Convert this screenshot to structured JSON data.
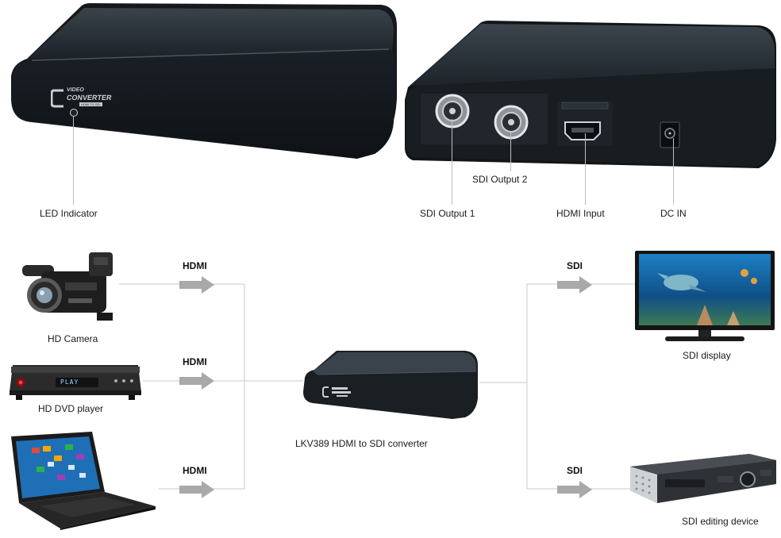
{
  "device_front": {
    "brand_line1": "VIDEO",
    "brand_line2": "CONVERTER",
    "brand_line3": "HDMI TO SDI"
  },
  "device_back": {
    "port_labels": [
      "SDI Output 1",
      "SDI Output 2",
      "HDMI Input",
      "DC IN"
    ]
  },
  "callouts": {
    "led": "LED Indicator",
    "sdi_out_1": "SDI Output 1",
    "sdi_out_2": "SDI Output 2",
    "hdmi_in": "HDMI Input",
    "dc_in": "DC IN"
  },
  "diagram": {
    "sources": [
      {
        "name": "HD Camera",
        "signal": "HDMI"
      },
      {
        "name": "HD DVD player",
        "signal": "HDMI",
        "screen_text": "PLAY"
      },
      {
        "name": "",
        "signal": "HDMI"
      }
    ],
    "converter_label": "LKV389 HDMI to SDI converter",
    "outputs": [
      {
        "name": "SDI display",
        "signal": "SDI"
      },
      {
        "name": "SDI editing device",
        "signal": "SDI"
      }
    ]
  },
  "colors": {
    "device_body": "#1d2329",
    "arrow": "#a9a9a9",
    "line": "#c8c8c8"
  }
}
